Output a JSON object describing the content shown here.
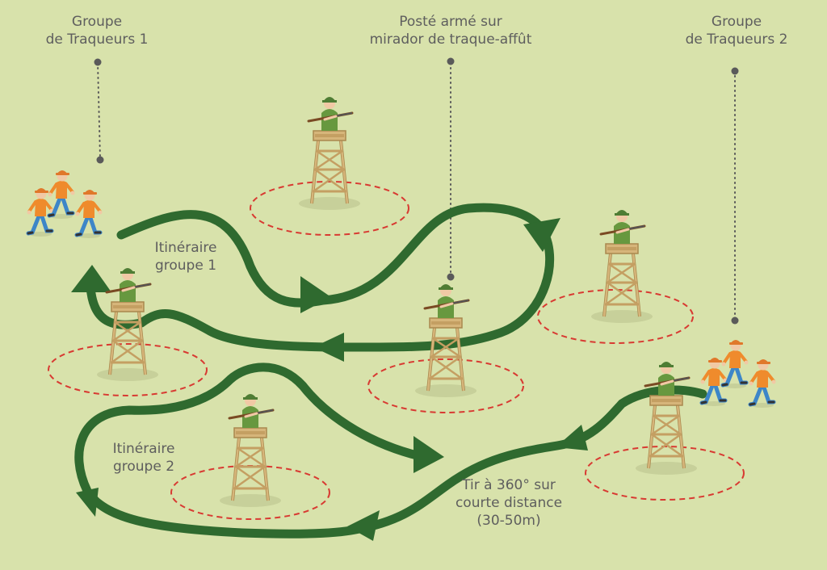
{
  "labels": {
    "group1": [
      "Groupe",
      "de Traqueurs 1"
    ],
    "posted": [
      "Posté armé sur",
      "mirador de traque-affût"
    ],
    "group2": [
      "Groupe",
      "de Traqueurs 2"
    ],
    "itin1": [
      "Itinéraire",
      "groupe 1"
    ],
    "itin2": [
      "Itinéraire",
      "groupe 2"
    ],
    "shot": [
      "Tir à 360° sur",
      "courte distance",
      "(30-50m)"
    ]
  },
  "colors": {
    "background": "#d8e2ab",
    "route": "#2f6a2f",
    "danger_circle": "#d83a32",
    "tower_wood": "#d6b57a",
    "hunter_clothes": "#67983f",
    "beater_shirt": "#ef8b2c",
    "beater_pants": "#3d86c8",
    "callout_line": "#5a5a5a"
  }
}
